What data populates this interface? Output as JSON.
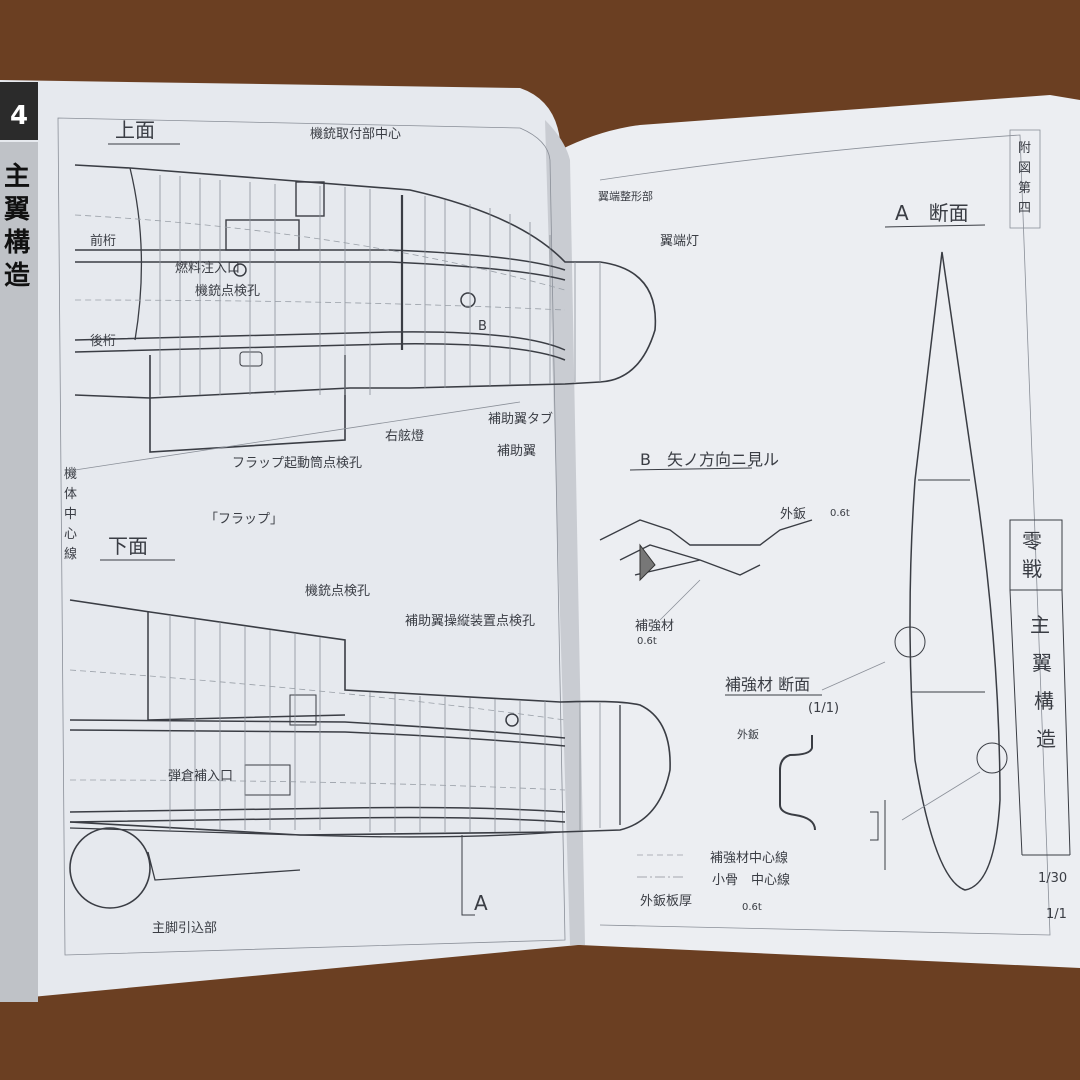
{
  "book": {
    "chapter_number": "4",
    "chapter_title": [
      "主",
      "翼",
      "構",
      "造"
    ]
  },
  "left_page": {
    "upper_view": {
      "title": "上面",
      "gun_mount_center": "機銃取付部中心",
      "front_spar": "前桁",
      "rear_spar": "後桁",
      "fuel_inlet": "燃料注入口",
      "gun_inspection": "機銃点検孔",
      "detail_b": "B",
      "nav_light": "右舷燈",
      "aileron_tab": "補助翼タブ",
      "aileron": "補助翼",
      "flap_actuator": "フラップ起動筒点検孔"
    },
    "centerline": [
      "機",
      "体",
      "中",
      "心",
      "線"
    ],
    "flap": "「フラップ」",
    "lower_view": {
      "title": "下面",
      "gun_inspection": "機銃点検孔",
      "aileron_control": "補助翼操縦装置点検孔",
      "ammo_inlet": "弾倉補入口",
      "main_gear_well": "主脚引込部",
      "section_a": "A"
    }
  },
  "right_page": {
    "tip_section": "翼端整形部",
    "tip_light": "翼端灯",
    "sheet_tag": [
      "附",
      "図",
      "第",
      "四"
    ],
    "section_a_title": "A　断面",
    "view_b_title": "B　矢ノ方向ニ見ル",
    "skin_label": "外鈑",
    "skin_thickness": "0.6t",
    "stiffener_label": "補強材",
    "stiffener_thickness": "0.6t",
    "stiffener_section": "補強材 断面",
    "stiffener_scale": "(1/1)",
    "skin_small": "外鈑",
    "legend": [
      {
        "line": "dashed",
        "label": "補強材中心線"
      },
      {
        "line": "dash-dot",
        "label": "小骨　中心線"
      }
    ],
    "skin_plate_note": "外鈑板厚",
    "skin_plate_value": "0.6t",
    "title_block": {
      "aircraft": [
        "零",
        "戦"
      ],
      "subject": [
        "主",
        "翼",
        "構",
        "造"
      ],
      "scale_1": "1/30",
      "scale_2": "1/1"
    }
  },
  "colors": {
    "background": "#6b3f22",
    "paper": "#e9ecf1",
    "ink": "#3a3d44",
    "tab": "#2b2b2b"
  }
}
